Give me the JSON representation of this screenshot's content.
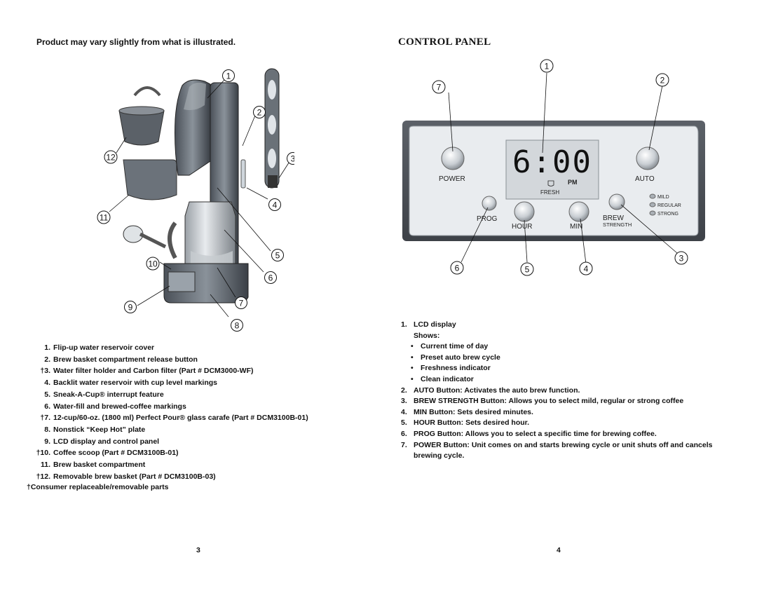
{
  "left": {
    "subtitle": "Product may vary slightly from what is illustrated.",
    "callouts": [
      "1",
      "2",
      "3",
      "4",
      "5",
      "6",
      "7",
      "8",
      "9",
      "10",
      "11",
      "12"
    ],
    "parts": [
      {
        "n": "1.",
        "text": "Flip-up water reservoir cover"
      },
      {
        "n": "2.",
        "text": "Brew basket compartment release button"
      },
      {
        "n": "†3.",
        "text": "Water filter holder and Carbon filter (Part # DCM3000-WF)"
      },
      {
        "n": "4.",
        "text": "Backlit water reservoir with cup level markings"
      },
      {
        "n": "5.",
        "text": "Sneak-A-Cup® interrupt feature"
      },
      {
        "n": "6.",
        "text": "Water-fill and brewed-coffee markings"
      },
      {
        "n": "†7.",
        "text": "12-cup/60-oz. (1800 ml) Perfect Pour® glass carafe (Part # DCM3100B-01)"
      },
      {
        "n": "8.",
        "text": "Nonstick “Keep Hot” plate"
      },
      {
        "n": "9.",
        "text": "LCD display and control panel"
      },
      {
        "n": "†10.",
        "text": "Coffee scoop (Part # DCM3100B-01)"
      },
      {
        "n": "11.",
        "text": "Brew basket compartment"
      },
      {
        "n": "†12.",
        "text": "Removable brew basket (Part # DCM3100B-03)"
      }
    ],
    "footnote": "†Consumer replaceable/removable parts",
    "page_number": "3"
  },
  "right": {
    "title": "CONTROL PANEL",
    "panel": {
      "clock": "6:00",
      "pm_label": "PM",
      "fresh_label": "FRESH",
      "power_label": "POWER",
      "auto_label": "AUTO",
      "prog_label": "PROG",
      "hour_label": "HOUR",
      "min_label": "MIN",
      "brew_label": "BREW",
      "strength_label": "STRENGTH",
      "mild_label": "MILD",
      "regular_label": "REGULAR",
      "strong_label": "STRONG"
    },
    "callouts": [
      "1",
      "2",
      "3",
      "4",
      "5",
      "6",
      "7"
    ],
    "item1": {
      "n": "1.",
      "title": "LCD display",
      "shows": "Shows:",
      "bullets": [
        "Current time of day",
        "Preset auto brew cycle",
        "Freshness indicator",
        "Clean indicator"
      ]
    },
    "items": [
      {
        "n": "2.",
        "text": "AUTO Button: Activates the auto brew function."
      },
      {
        "n": "3.",
        "text": "BREW STRENGTH Button: Allows you to select mild, regular or strong coffee"
      },
      {
        "n": "4.",
        "text": "MIN Button: Sets desired minutes."
      },
      {
        "n": "5.",
        "text": "HOUR Button: Sets desired hour."
      },
      {
        "n": "6.",
        "text": "PROG Button: Allows you to select a specific time for brewing coffee."
      },
      {
        "n": "7.",
        "text": "POWER Button: Unit comes on and starts brewing cycle or unit shuts off and cancels brewing cycle."
      }
    ],
    "bullet_glyph": "•",
    "page_number": "4"
  }
}
